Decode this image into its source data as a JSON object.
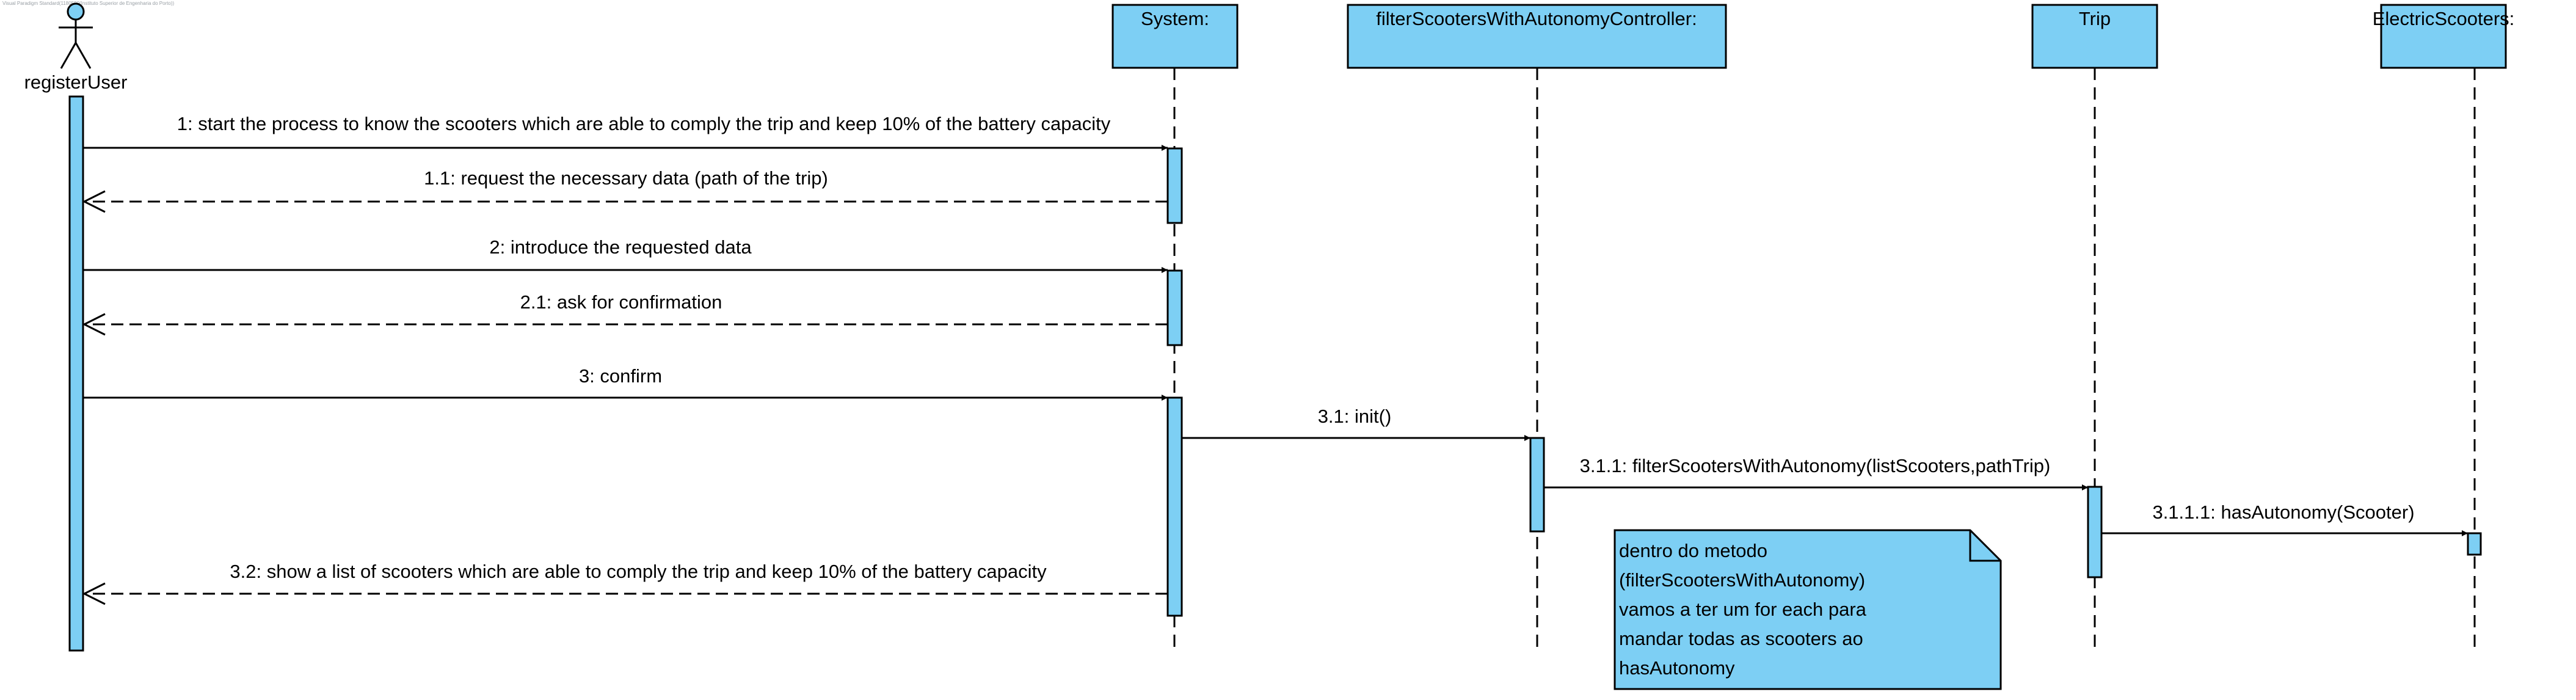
{
  "watermark": "Visual Paradigm Standard(1180590(Instituto Superior de Engenharia do Porto))",
  "colors": {
    "fill": "#7DCFF4",
    "stroke": "#000000",
    "background": "#FFFFFF"
  },
  "actor": {
    "id": "actor",
    "name": "registerUser"
  },
  "lifelines": [
    {
      "id": "system",
      "name": "System:"
    },
    {
      "id": "controller",
      "name": "filterScootersWithAutonomyController:"
    },
    {
      "id": "trip",
      "name": "Trip"
    },
    {
      "id": "scooters",
      "name": "ElectricScooters:"
    }
  ],
  "messages": [
    {
      "id": "m1",
      "label": "1: start the process to know  the  scooters which are able to comply the trip and keep 10% of the battery capacity",
      "from": "actor",
      "to": "system",
      "kind": "call"
    },
    {
      "id": "m1_1",
      "label": "1.1: request the necessary data (path of the trip)",
      "from": "system",
      "to": "actor",
      "kind": "reply"
    },
    {
      "id": "m2",
      "label": "2: introduce the requested data",
      "from": "actor",
      "to": "system",
      "kind": "call"
    },
    {
      "id": "m2_1",
      "label": "2.1: ask for confirmation",
      "from": "system",
      "to": "actor",
      "kind": "reply"
    },
    {
      "id": "m3",
      "label": "3: confirm",
      "from": "actor",
      "to": "system",
      "kind": "call"
    },
    {
      "id": "m3_1",
      "label": "3.1: init()",
      "from": "system",
      "to": "controller",
      "kind": "call"
    },
    {
      "id": "m3_1_1",
      "label": "3.1.1: filterScootersWithAutonomy(listScooters,pathTrip)",
      "from": "controller",
      "to": "trip",
      "kind": "call"
    },
    {
      "id": "m3_1_1_1",
      "label": "3.1.1.1: hasAutonomy(Scooter)",
      "from": "trip",
      "to": "scooters",
      "kind": "call"
    },
    {
      "id": "m3_2",
      "label": "3.2: show a list of scooters which are able to comply the trip and keep 10% of the battery capacity",
      "from": "system",
      "to": "actor",
      "kind": "reply"
    }
  ],
  "note": {
    "lines": [
      "dentro do metodo",
      "(filterScootersWithAutonomy)",
      "vamos a ter um for each para",
      "mandar todas as scooters ao",
      "hasAutonomy"
    ]
  }
}
